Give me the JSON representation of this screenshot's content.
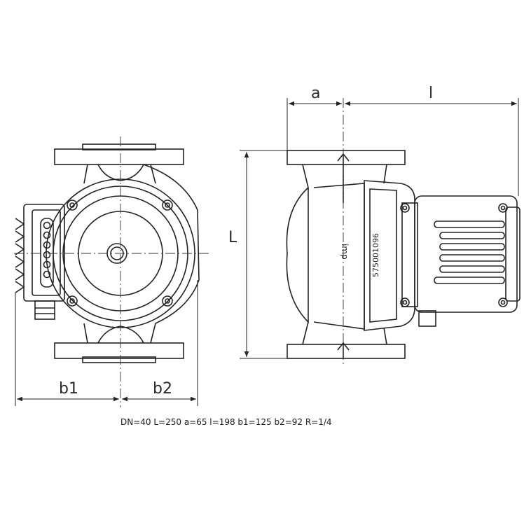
{
  "dimensions": {
    "a": "a",
    "l": "l",
    "L": "L",
    "b1": "b1",
    "b2": "b2"
  },
  "pump": {
    "logo_text": "imp",
    "serial_number": "575001096"
  },
  "spec_line": "DN=40 L=250 a=65 l=198 b1=125 b2=92 R=1/4"
}
